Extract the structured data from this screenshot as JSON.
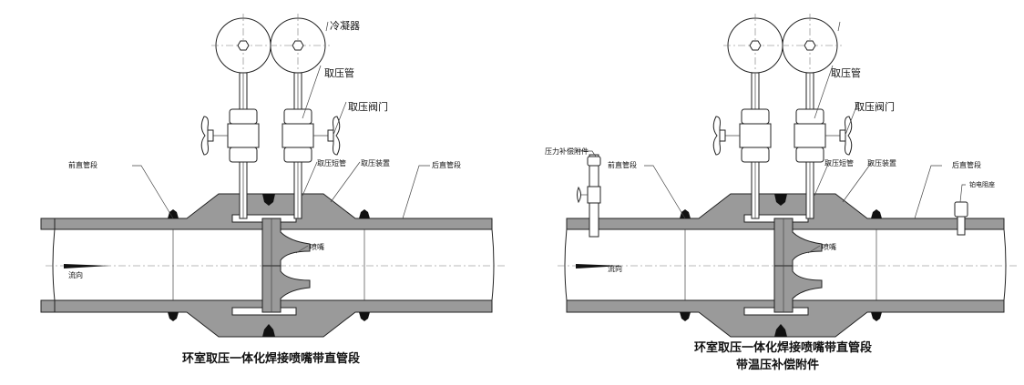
{
  "left": {
    "labels": {
      "condenser": "冷凝器",
      "pressure_tube": "取压管",
      "pressure_valve": "取压阀门",
      "upstream_straight": "前直管段",
      "short_tube": "取压短管",
      "pressure_device": "取压装置",
      "downstream_straight": "后直管段",
      "nozzle": "喷嘴",
      "flow_direction": "流向"
    },
    "title": "环室取压一体化焊接喷嘴带直管段"
  },
  "right": {
    "labels": {
      "pressure_tube": "取压管",
      "pressure_valve": "取压阀门",
      "pressure_compensation": "压力补偿附件",
      "upstream_straight": "前直管段",
      "short_tube": "取压短管",
      "pressure_device": "取压装置",
      "downstream_straight": "后直管段",
      "rtd_seat": "铂电阻座",
      "nozzle": "喷嘴",
      "flow_direction": "流向"
    },
    "title_line1": "环室取压一体化焊接喷嘴带直管段",
    "title_line2": "带温压补偿附件"
  },
  "colors": {
    "metal": "#9a9a9a",
    "weld": "#111111"
  }
}
